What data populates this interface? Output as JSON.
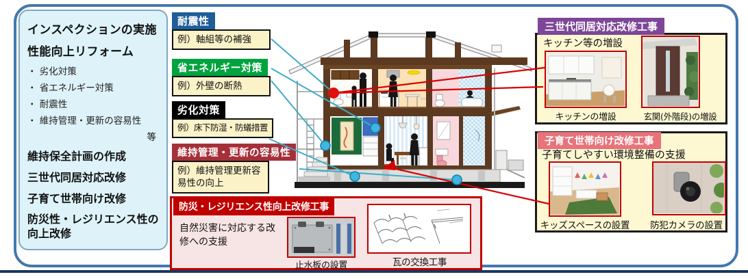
{
  "colors": {
    "frame_border": "#4577AD",
    "bottom_rule": "#17375E",
    "panel_bg": "#DDF3F9",
    "example_box_bg": "#FBF2C8",
    "info_box_bg": "#FDF8D2",
    "taishin_blue": "#1F5D99",
    "shoene_green": "#00A33E",
    "rekka_black": "#000000",
    "iji_red": "#A5303A",
    "bousai_red": "#C00000",
    "sansedai_purple": "#7D4697",
    "kosodate_pink": "#E8737B",
    "connector_red": "#D90000",
    "connector_cyan": "#3EACC8"
  },
  "left_panel": {
    "heading_inspection": "インスペクションの実施",
    "heading_performance": "性能向上リフォーム",
    "bullets": [
      "劣化対策",
      "省エネルギー対策",
      "耐震性",
      "維持管理・更新の容易性"
    ],
    "etc_label": "等",
    "items": [
      "維持保全計画の作成",
      "三世代同居対応改修",
      "子育て世帯向け改修",
      "防災性・レジリエンス性の向上改修"
    ]
  },
  "feature_labels": [
    {
      "title": "耐震性",
      "example": "例）軸組等の補強"
    },
    {
      "title": "省エネルギー対策",
      "example": "例）外壁の断熱"
    },
    {
      "title": "劣化対策",
      "example": "例）床下防湿・防蟻措置"
    },
    {
      "title": "維持管理・更新の容易性",
      "example": "例）維持管理更新容易性の向上"
    }
  ],
  "bousai_box": {
    "title": "防災・レジリエンス性向上改修工事",
    "description": "自然災害に対応する改修への支援",
    "photos": [
      {
        "caption": "止水板の設置"
      },
      {
        "caption": "瓦の交換工事"
      }
    ]
  },
  "sansedai_box": {
    "title": "三世代同居対応改修工事",
    "subtitle": "キッチン等の増設",
    "photos": [
      {
        "caption": "キッチンの増設"
      },
      {
        "caption": "玄関(外階段)の増設"
      }
    ]
  },
  "kosodate_box": {
    "title": "子育て世帯向け改修工事",
    "subtitle": "子育てしやすい環境整備の支援",
    "photos": [
      {
        "caption": "キッズスペースの設置"
      },
      {
        "caption": "防犯カメラの設置"
      }
    ]
  }
}
